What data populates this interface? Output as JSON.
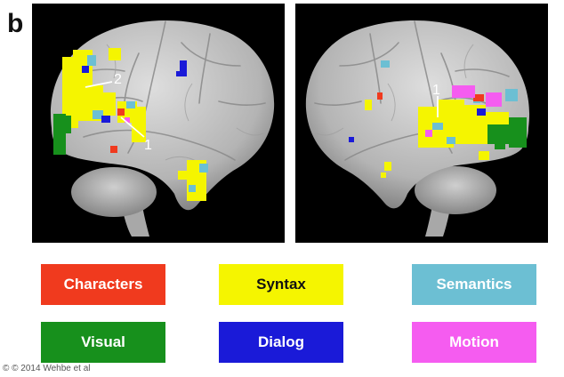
{
  "figure": {
    "panel_letter": "b",
    "left_view": {
      "roi_labels": [
        "2",
        "1"
      ]
    },
    "right_view": {
      "roi_labels": [
        "1"
      ]
    }
  },
  "legend": [
    {
      "key": "characters",
      "label": "Characters",
      "color": "#f03a1e",
      "text_color": "#ffffff"
    },
    {
      "key": "syntax",
      "label": "Syntax",
      "color": "#f5f500",
      "text_color": "#111111"
    },
    {
      "key": "semantics",
      "label": "Semantics",
      "color": "#6cbfd3",
      "text_color": "#ffffff"
    },
    {
      "key": "visual",
      "label": "Visual",
      "color": "#17901c",
      "text_color": "#ffffff"
    },
    {
      "key": "dialog",
      "label": "Dialog",
      "color": "#1a1ad8",
      "text_color": "#ffffff"
    },
    {
      "key": "motion",
      "label": "Motion",
      "color": "#f55cf0",
      "text_color": "#ffffff"
    }
  ],
  "credit": "© © 2014 Wehbe et al"
}
